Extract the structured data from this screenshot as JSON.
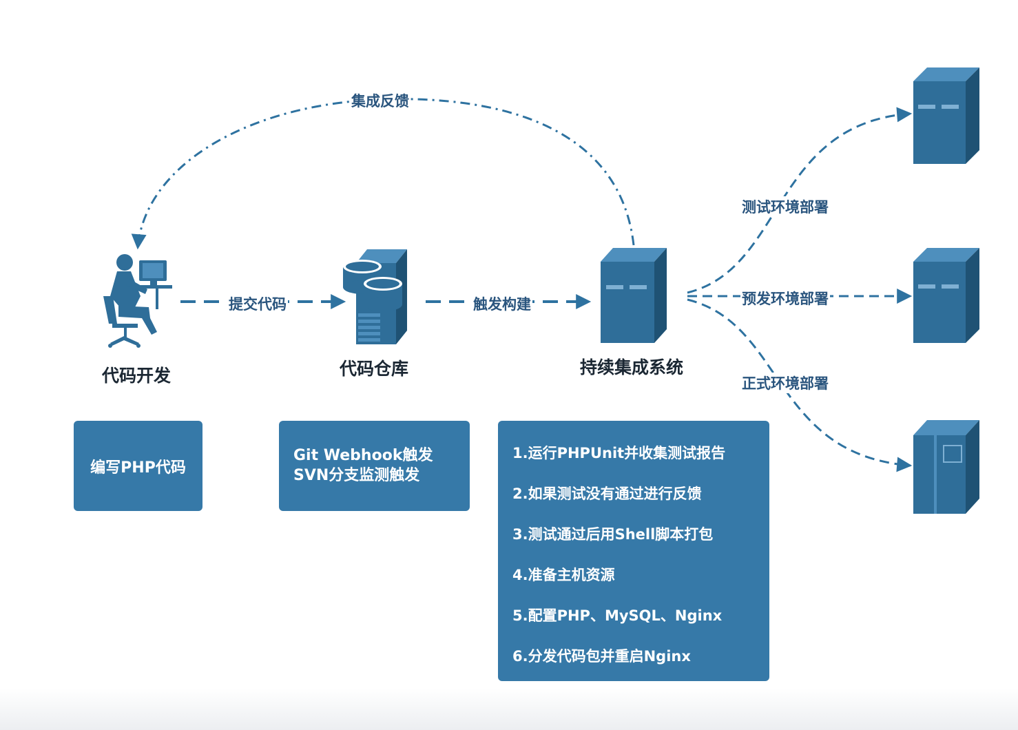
{
  "nodes": {
    "dev": "代码开发",
    "repo": "代码仓库",
    "ci": "持续集成系统"
  },
  "edges": {
    "commit": "提交代码",
    "trigger": "触发构建",
    "feedback": "集成反馈",
    "test_deploy": "测试环境部署",
    "pre_deploy": "预发环境部署",
    "prod_deploy": "正式环境部署"
  },
  "boxes": {
    "dev": [
      "编写PHP代码"
    ],
    "repo": [
      "Git Webhook触发",
      "SVN分支监测触发"
    ],
    "ci": [
      "1.运行PHPUnit并收集测试报告",
      "2.如果测试没有通过进行反馈",
      "3.测试通过后用Shell脚本打包",
      "4.准备主机资源",
      "5.配置PHP、MySQL、Nginx",
      "6.分发代码包并重启Nginx"
    ]
  },
  "colors": {
    "icon": "#2f6e99",
    "icon_light": "#4e8fbd",
    "icon_dark": "#1f5274",
    "arrow": "#2e72a0",
    "box": "#3679a8"
  }
}
